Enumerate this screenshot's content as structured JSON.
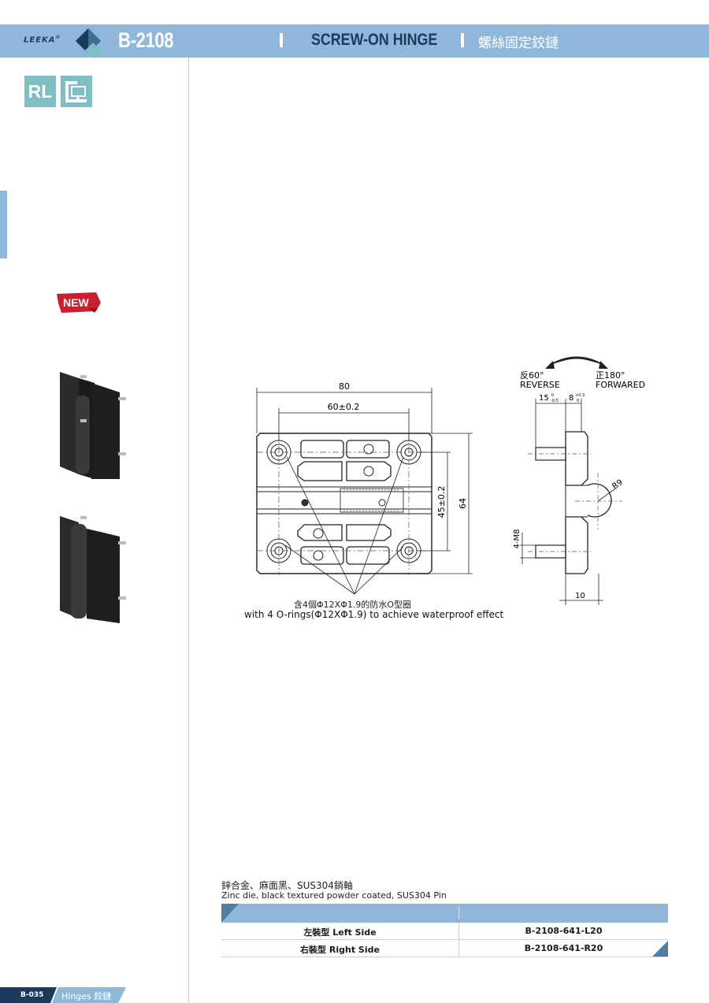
{
  "header": {
    "brand": "LEEKA",
    "brand_mark": "®",
    "code": "B-2108",
    "title_en": "SCREW-ON HINGE",
    "title_zh": "螺絲固定鉸鏈"
  },
  "side": {
    "badge_rl": "RL",
    "badge_new": "NEW"
  },
  "drawing": {
    "dims": {
      "width": "80",
      "hole_spacing": "60±0.2",
      "height": "64",
      "vertical_spacing": "45±0.2",
      "side_15": "15",
      "side_15_tol_upper": "0",
      "side_15_tol_lower": "-0.5",
      "side_8": "8",
      "side_8_tol_upper": "+0.3",
      "side_8_tol_lower": "0",
      "radius": "R9",
      "thread": "4-M8",
      "base_10": "10"
    },
    "rotation": {
      "reverse_zh": "反60°",
      "reverse_en": "REVERSE",
      "forward_zh": "正180°",
      "forward_en": "FORWARED"
    },
    "oring_zh": "含4個Φ12XΦ1.9的防水O型圈",
    "oring_en": "with 4 O-rings(Φ12XΦ1.9) to achieve waterproof effect"
  },
  "material": {
    "zh": "鋅合金、麻面黑、SUS304銷軸",
    "en": "Zinc die, black textured powder coated, SUS304 Pin"
  },
  "table": {
    "rows": [
      {
        "side": "左裝型 Left Side",
        "part": "B-2108-641-L20"
      },
      {
        "side": "右裝型 Right Side",
        "part": "B-2108-641-R20"
      }
    ]
  },
  "footer": {
    "page": "B-035",
    "section": "Hinges 鉸鏈"
  },
  "colors": {
    "accent": "#8fb7da",
    "dark_accent": "#4f7ea8",
    "teal": "#7fbfc3",
    "new_red": "#c8202f"
  }
}
